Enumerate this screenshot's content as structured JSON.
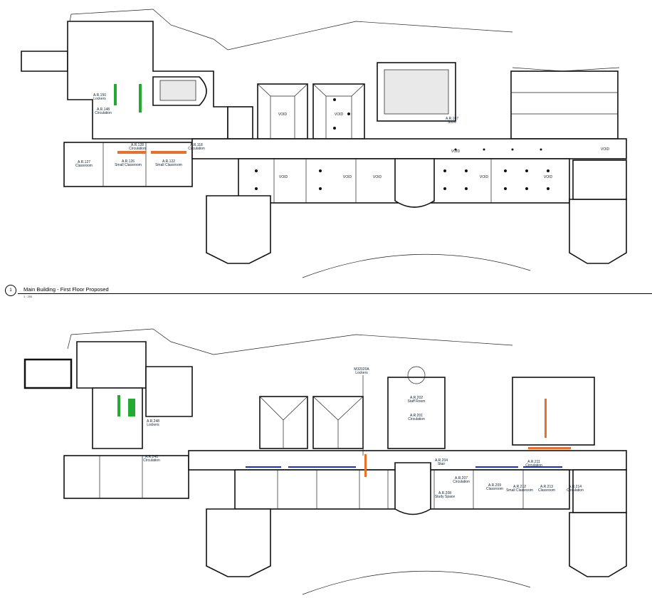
{
  "view_title": {
    "number": "1",
    "name": "Main Building - First Floor Proposed",
    "scale": "1 : 200"
  },
  "colors": {
    "lockers": "#e8702a",
    "green_furniture": "#22aa33",
    "blue_storage": "#1a2fd0",
    "walls": "#111111"
  },
  "first_floor": {
    "voids": [
      "VOID",
      "VOID",
      "VOID",
      "VOID",
      "VOID",
      "VOID",
      "VOID",
      "VOID",
      "VOID"
    ],
    "rooms": [
      {
        "code": "A.R.127",
        "name": "Classroom"
      },
      {
        "code": "A.R.126",
        "name": "Small Classroom"
      },
      {
        "code": "A.R.128",
        "name": "Circulation"
      },
      {
        "code": "A.R.122",
        "name": "Small Classroom"
      },
      {
        "code": "A.R.118",
        "name": "Circulation"
      },
      {
        "code": "A.R.150",
        "name": "Lockers"
      },
      {
        "code": "A.R.148",
        "name": "Circulation"
      },
      {
        "code": "A.R.107",
        "name": "Store"
      }
    ]
  },
  "second_floor": {
    "markers": [
      {
        "code": "M32020A",
        "name": "Lockers"
      }
    ],
    "rooms": [
      {
        "code": "A.R.202",
        "name": "Staff Room"
      },
      {
        "code": "A.R.201",
        "name": "Circulation"
      },
      {
        "code": "A.R.204",
        "name": "Stair"
      },
      {
        "code": "A.R.207",
        "name": "Circulation"
      },
      {
        "code": "A.R.208",
        "name": "Study Space"
      },
      {
        "code": "A.R.209",
        "name": "Classroom"
      },
      {
        "code": "A.R.211",
        "name": "Circulation"
      },
      {
        "code": "A.R.212",
        "name": "Small Classroom"
      },
      {
        "code": "A.R.213",
        "name": "Classroom"
      },
      {
        "code": "A.R.214",
        "name": "Circulation"
      },
      {
        "code": "A.R.248",
        "name": "Lockers"
      },
      {
        "code": "A.R.240",
        "name": "Circulation"
      }
    ]
  }
}
